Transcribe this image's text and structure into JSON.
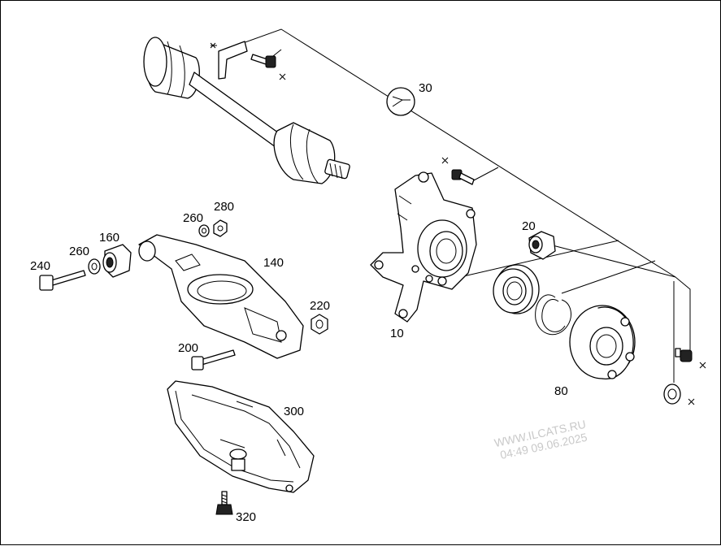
{
  "labels": {
    "l10": "10",
    "l20": "20",
    "l30": "30",
    "l80": "80",
    "l140": "140",
    "l160": "160",
    "l200": "200",
    "l220": "220",
    "l240": "240",
    "l260a": "260",
    "l260b": "260",
    "l280": "280",
    "l300": "300",
    "l320": "320"
  },
  "watermark": {
    "site": "WWW.ILCATS.RU",
    "timestamp": "04:49 09.06.2025"
  }
}
